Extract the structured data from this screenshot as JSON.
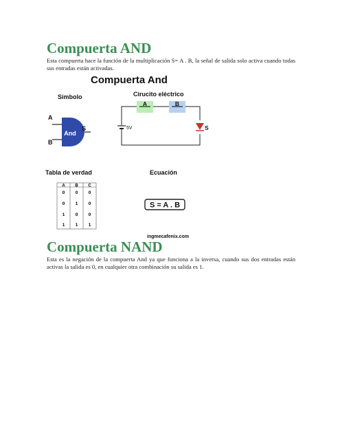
{
  "sections": [
    {
      "title": "Compuerta AND",
      "body": "Esta compuerta hace la función de la multiplicación S= A . B, la señal de salida solo activa cuando todas sus entradas están activadas."
    },
    {
      "title": "Compuerta NAND",
      "body": "Esta es la negación de la compuerta And ya que funciona a la inversa, cuando sus dos entradas están activas la salida es 0, en cualquier otra combinación su salida es 1."
    }
  ],
  "figure": {
    "title": "Compuerta And",
    "symbol_label": "Simbolo",
    "circuit_label": "Cirucito eléctrico",
    "gate_text": "And",
    "input_a": "A",
    "input_b": "B",
    "output_s": "S",
    "switch_a": "A",
    "switch_b": "B",
    "battery": "5V",
    "led_label": "S",
    "truth_label": "Tabla de verdad",
    "equation_label": "Ecuación",
    "equation": "S = A . B",
    "footer": "ingmecafenix.com",
    "truth_table": {
      "headers": [
        "A",
        "B",
        "C"
      ],
      "rows": [
        [
          "0",
          "0",
          "0"
        ],
        [
          "0",
          "1",
          "0"
        ],
        [
          "1",
          "0",
          "0"
        ],
        [
          "1",
          "1",
          "1"
        ]
      ]
    },
    "colors": {
      "gate": "#2f4aa8",
      "switch_a": "#b9efb4",
      "switch_b": "#b6d0f2",
      "led": "#c0392b",
      "heading": "#3a8f54"
    }
  }
}
